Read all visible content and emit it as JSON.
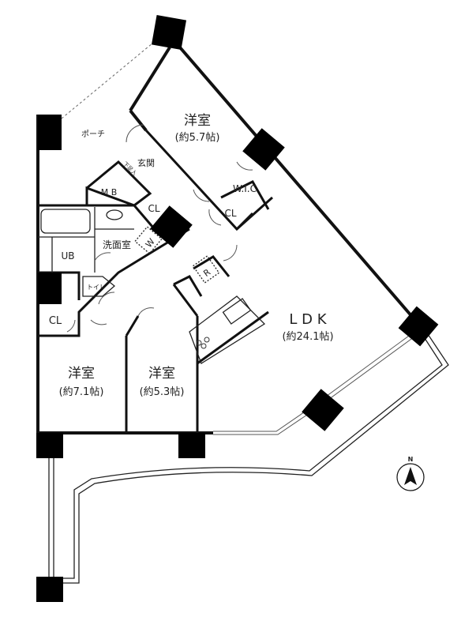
{
  "rooms": {
    "western1": {
      "name": "洋室",
      "size": "(約5.7帖)"
    },
    "western2": {
      "name": "洋室",
      "size": "(約7.1帖)"
    },
    "western3": {
      "name": "洋室",
      "size": "(約5.3帖)"
    },
    "ldk": {
      "name": "L D K",
      "size": "(約24.1帖)"
    },
    "porch": "ポーチ",
    "entrance": "玄関",
    "shoe_box": "下足入",
    "mb": "M B",
    "cl_entry": "CL",
    "wic": "W.I.C",
    "cl_wic": "CL",
    "washroom": "洗面室",
    "washer": "W",
    "ub": "UB",
    "toilet": "トイレ",
    "cl_west": "CL",
    "fridge": "R"
  },
  "compass": {
    "label": "N"
  }
}
